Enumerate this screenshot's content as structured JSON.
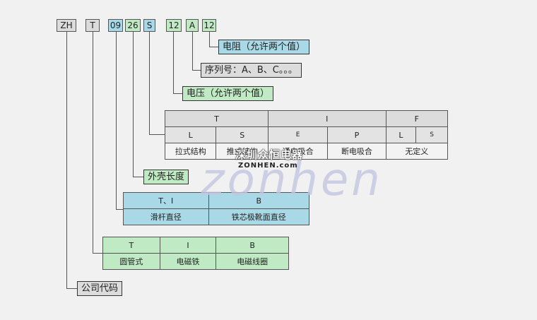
{
  "codes": [
    "ZH",
    "T",
    "09",
    "26",
    "S",
    "12",
    "A",
    "12"
  ],
  "labels": {
    "resistance": "电阻（允许两个值）",
    "sequence": "序列号：A、B、C。。。",
    "voltage": "电压（允许两个值）",
    "housing_length": "外壳长度",
    "company_code": "公司代码"
  },
  "structure_table": {
    "groups": [
      "T",
      "I",
      "F"
    ],
    "codes": [
      "L",
      "S",
      "E",
      "P",
      "L",
      "S"
    ],
    "names": [
      "拉式结构",
      "推式结构",
      "通电吸合",
      "断电吸合",
      "无定义"
    ]
  },
  "rod_table": {
    "headers": [
      "T、I",
      "B"
    ],
    "values": [
      "滑杆直径",
      "铁芯极靴面直径"
    ]
  },
  "type_table": {
    "headers": [
      "T",
      "I",
      "B"
    ],
    "values": [
      "圆管式",
      "电磁铁",
      "电磁线圈"
    ]
  },
  "watermark": {
    "text": "zonhen",
    "cn": "深圳众恒电器",
    "en": "ZONHEN.com"
  }
}
